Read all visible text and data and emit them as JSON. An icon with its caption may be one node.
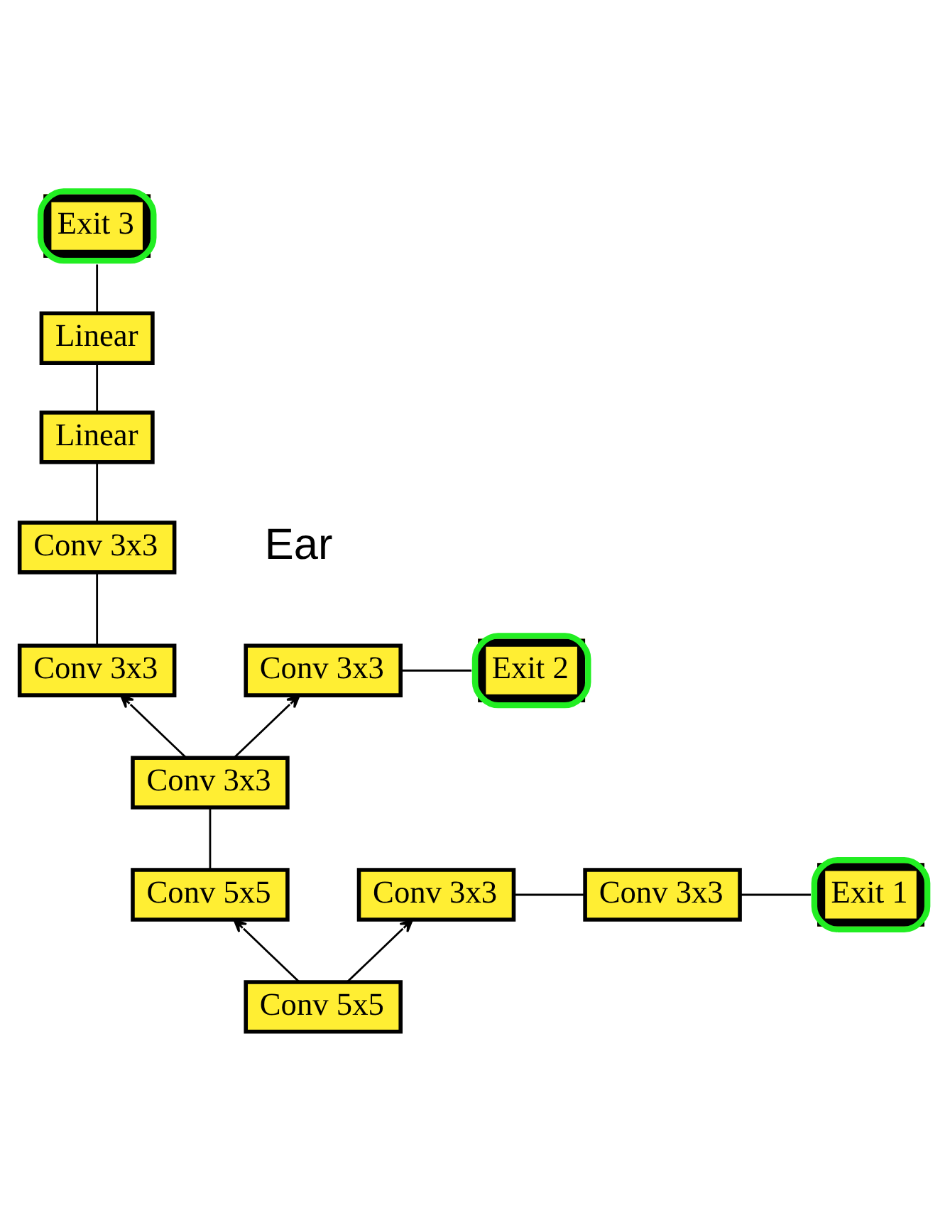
{
  "diagram": {
    "nodes": [
      {
        "text": [
          "Exit 3"
        ]
      },
      {
        "text": [
          "Linear"
        ]
      },
      {
        "text": [
          "Linear"
        ]
      },
      {
        "text": [
          "Conv 3x3"
        ]
      },
      {
        "text": [
          "Conv 3x3"
        ]
      },
      {
        "text": [
          "Conv 3x3"
        ]
      },
      {
        "text": [
          "Exit 2"
        ]
      },
      {
        "text": [
          "Conv 3x3"
        ]
      },
      {
        "text": [
          "Conv 5x5"
        ]
      },
      {
        "text": [
          "Conv 3x3"
        ]
      },
      {
        "text": [
          "Conv 3x3"
        ]
      },
      {
        "text": [
          "Exit 1"
        ]
      },
      {
        "text": [
          "Conv 5x5"
        ]
      }
    ],
    "edges": [
      {
        "from": 12,
        "to": 8,
        "arrow": "to"
      },
      {
        "from": 12,
        "to": 9,
        "arrow": "to"
      },
      {
        "from": 9,
        "to": 10,
        "arrow": "none"
      },
      {
        "from": 10,
        "to": 11,
        "arrow": "none"
      },
      {
        "from": 8,
        "to": 7,
        "arrow": "none"
      },
      {
        "from": 7,
        "to": 4,
        "arrow": "to"
      },
      {
        "from": 7,
        "to": 5,
        "arrow": "to"
      },
      {
        "from": 5,
        "to": 6,
        "arrow": "none"
      },
      {
        "from": 4,
        "to": 3,
        "arrow": "none"
      },
      {
        "from": 3,
        "to": 2,
        "arrow": "none"
      },
      {
        "from": 2,
        "to": 1,
        "arrow": "none"
      },
      {
        "from": 1,
        "to": 0,
        "arrow": "none"
      }
    ],
    "labels": [
      "Ear"
    ]
  }
}
